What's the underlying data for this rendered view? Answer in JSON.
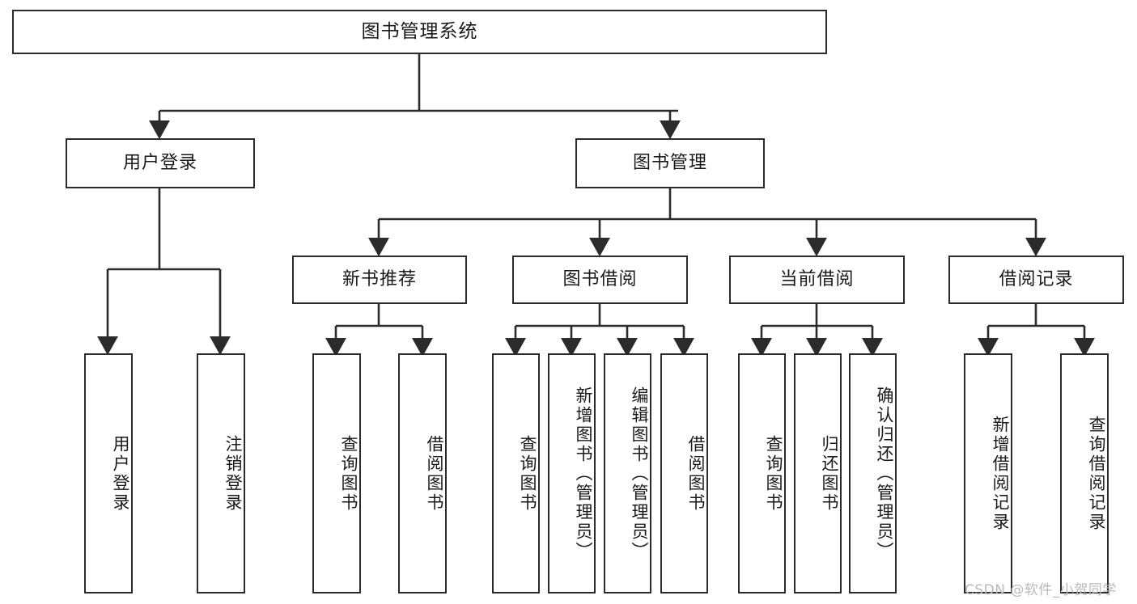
{
  "diagram": {
    "type": "tree-structure-chart",
    "title": "图书管理系统",
    "root": {
      "id": "root",
      "label": "图书管理系统",
      "orientation": "horizontal"
    },
    "level2": [
      {
        "id": "user-login",
        "label": "用户登录",
        "orientation": "horizontal"
      },
      {
        "id": "book-manage",
        "label": "图书管理",
        "orientation": "horizontal"
      }
    ],
    "level3": [
      {
        "id": "new-book-recommend",
        "label": "新书推荐",
        "orientation": "horizontal",
        "parent": "book-manage"
      },
      {
        "id": "book-borrow",
        "label": "图书借阅",
        "orientation": "horizontal",
        "parent": "book-manage"
      },
      {
        "id": "current-borrow",
        "label": "当前借阅",
        "orientation": "horizontal",
        "parent": "book-manage"
      },
      {
        "id": "borrow-record",
        "label": "借阅记录",
        "orientation": "horizontal",
        "parent": "book-manage"
      }
    ],
    "leaves": [
      {
        "id": "leaf-user-login",
        "label": "用户登录",
        "orientation": "vertical",
        "parent": "user-login"
      },
      {
        "id": "leaf-logout-login",
        "label": "注销登录",
        "orientation": "vertical",
        "parent": "user-login"
      },
      {
        "id": "leaf-query-book-1",
        "label": "查询图书",
        "orientation": "vertical",
        "parent": "new-book-recommend"
      },
      {
        "id": "leaf-borrow-book-1",
        "label": "借阅图书",
        "orientation": "vertical",
        "parent": "new-book-recommend"
      },
      {
        "id": "leaf-query-book-2",
        "label": "查询图书",
        "orientation": "vertical",
        "parent": "book-borrow"
      },
      {
        "id": "leaf-add-book",
        "label": "新增图书（管理员）",
        "orientation": "vertical",
        "parent": "book-borrow"
      },
      {
        "id": "leaf-edit-book",
        "label": "编辑图书（管理员）",
        "orientation": "vertical",
        "parent": "book-borrow"
      },
      {
        "id": "leaf-borrow-book-2",
        "label": "借阅图书",
        "orientation": "vertical",
        "parent": "book-borrow"
      },
      {
        "id": "leaf-query-book-3",
        "label": "查询图书",
        "orientation": "vertical",
        "parent": "current-borrow"
      },
      {
        "id": "leaf-return-book",
        "label": "归还图书",
        "orientation": "vertical",
        "parent": "current-borrow"
      },
      {
        "id": "leaf-confirm-return",
        "label": "确认归还（管理员）",
        "orientation": "vertical",
        "parent": "current-borrow"
      },
      {
        "id": "leaf-add-record",
        "label": "新增借阅记录",
        "orientation": "vertical",
        "parent": "borrow-record"
      },
      {
        "id": "leaf-query-record",
        "label": "查询借阅记录",
        "orientation": "vertical",
        "parent": "borrow-record"
      }
    ],
    "colors": {
      "stroke": "#2b2b2b",
      "fill": "#ffffff",
      "text": "#1a1a1a",
      "watermark": "#b9b9b9"
    }
  },
  "watermark": {
    "text": "CSDN @软件_小贺同学"
  }
}
